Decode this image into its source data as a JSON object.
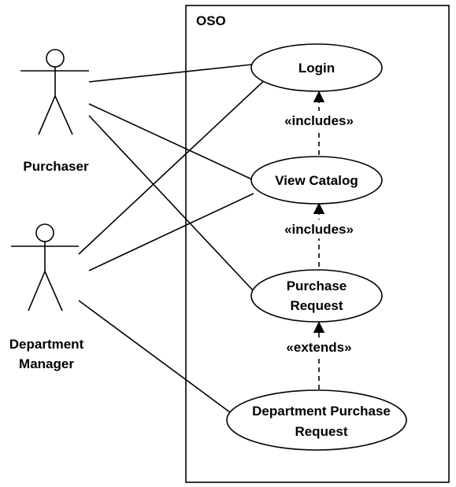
{
  "system": {
    "name": "OSO"
  },
  "actors": {
    "purchaser": {
      "label": "Purchaser"
    },
    "manager": {
      "label_line1": "Department",
      "label_line2": "Manager"
    }
  },
  "use_cases": {
    "login": {
      "label": "Login"
    },
    "view_catalog": {
      "label": "View Catalog"
    },
    "purchase_request": {
      "line1": "Purchase",
      "line2": "Request"
    },
    "dept_purchase_request": {
      "line1": "Department Purchase",
      "line2": "Request"
    }
  },
  "relationships": {
    "includes_1": "«includes»",
    "includes_2": "«includes»",
    "extends": "«extends»"
  }
}
